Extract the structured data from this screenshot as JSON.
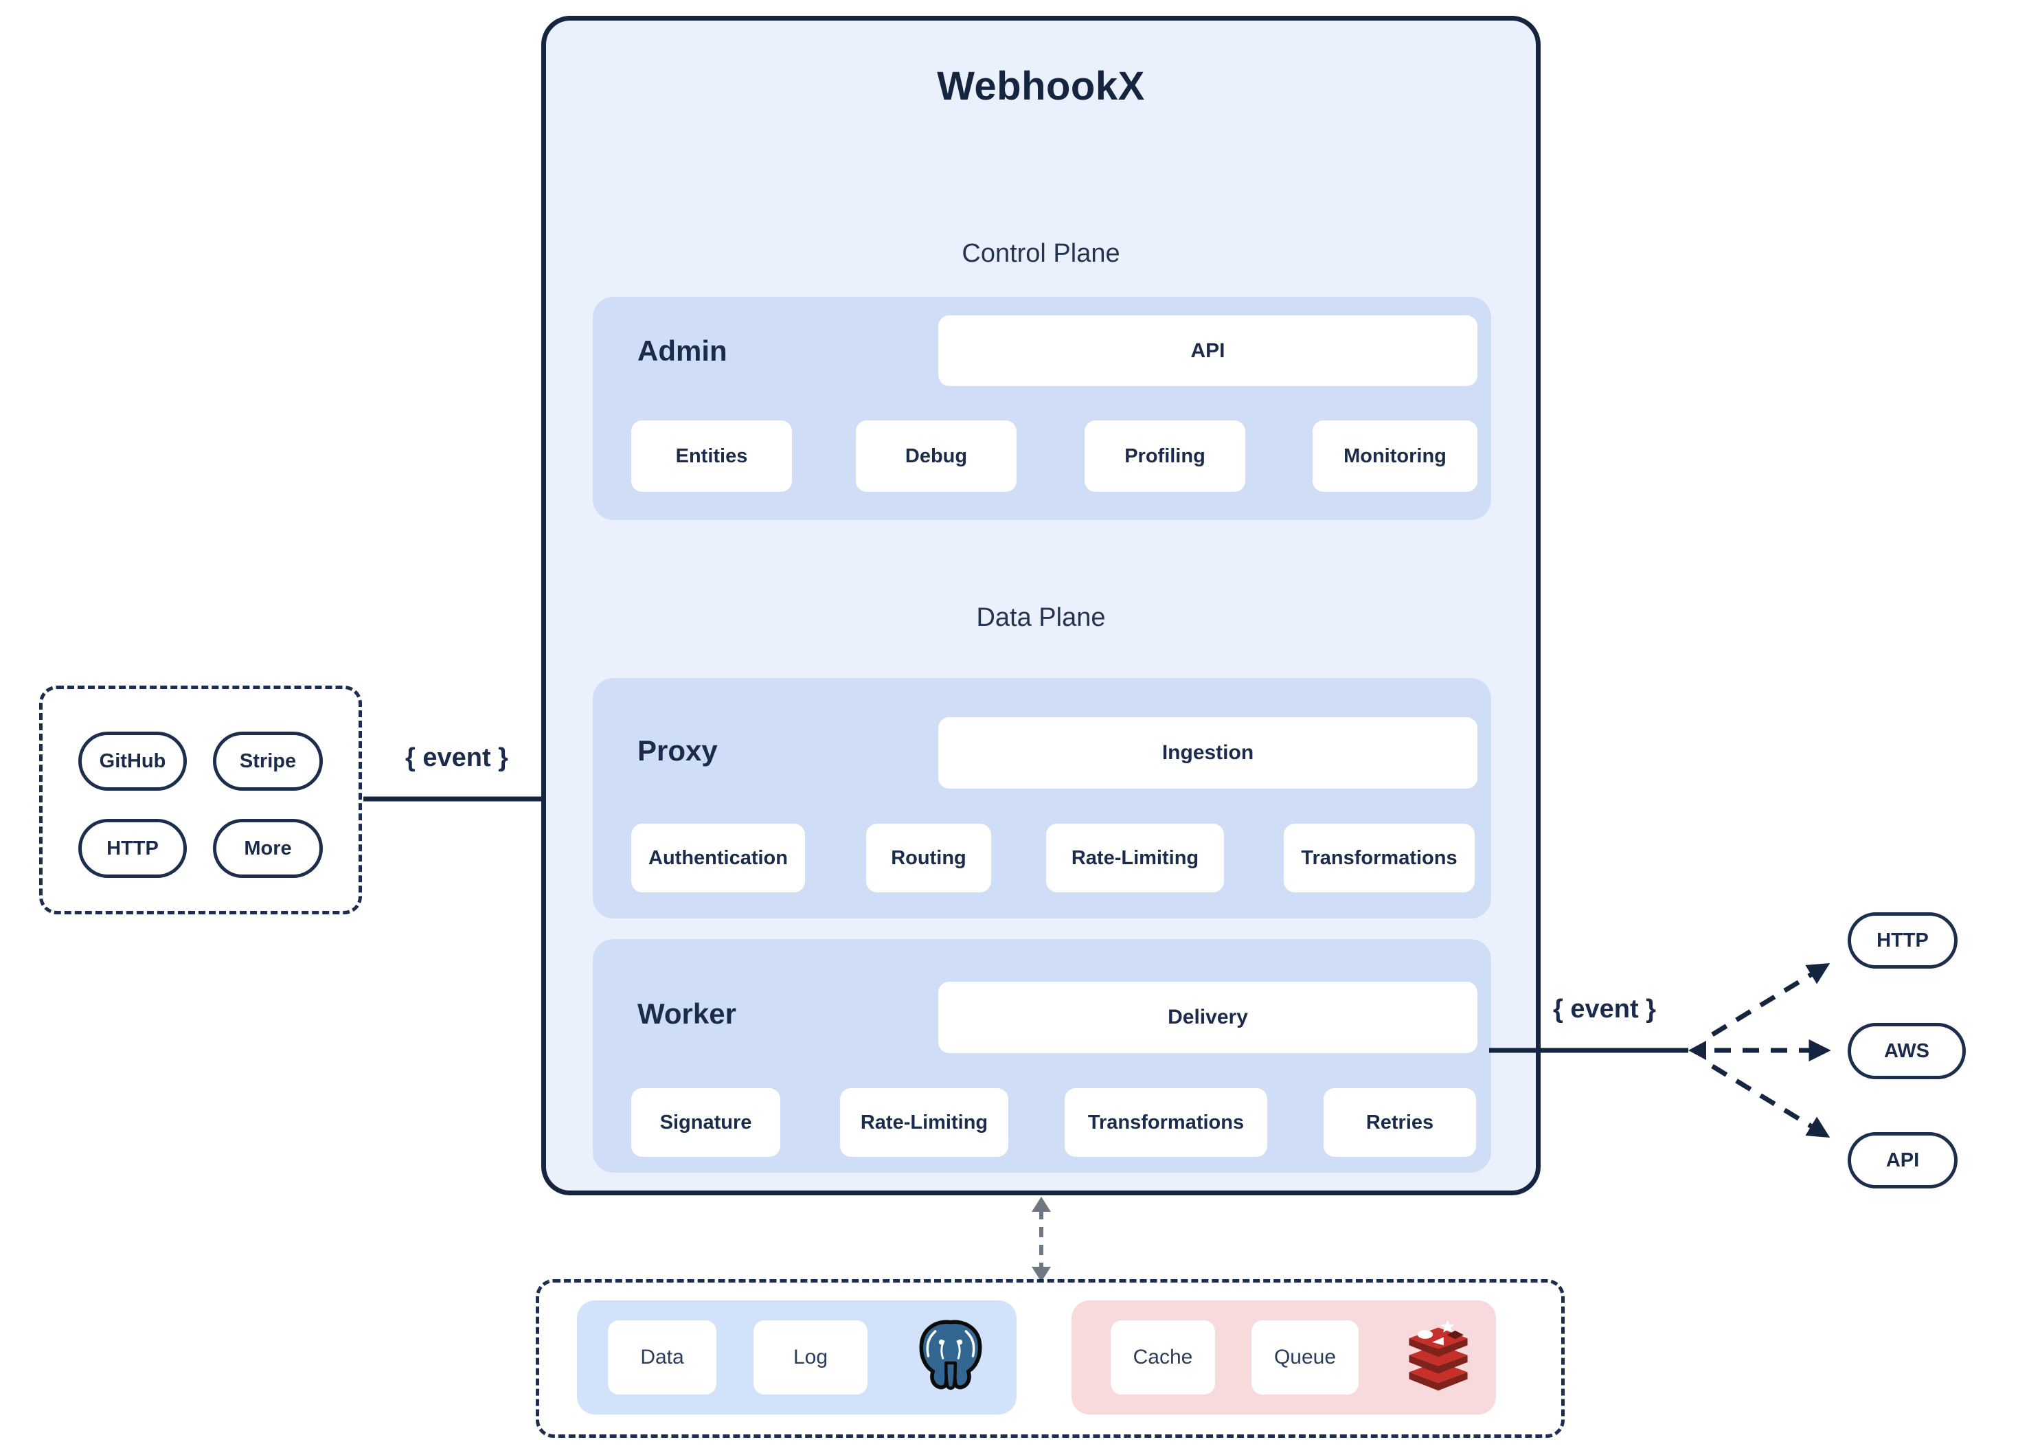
{
  "app": {
    "title": "WebhookX"
  },
  "planes": {
    "control": {
      "label": "Control Plane",
      "admin": {
        "label": "Admin",
        "primary": "API",
        "items": [
          "Entities",
          "Debug",
          "Profiling",
          "Monitoring"
        ]
      }
    },
    "data": {
      "label": "Data Plane",
      "proxy": {
        "label": "Proxy",
        "primary": "Ingestion",
        "items": [
          "Authentication",
          "Routing",
          "Rate-Limiting",
          "Transformations"
        ]
      },
      "worker": {
        "label": "Worker",
        "primary": "Delivery",
        "items": [
          "Signature",
          "Rate-Limiting",
          "Transformations",
          "Retries"
        ]
      }
    }
  },
  "sources": {
    "event_label": "{ event }",
    "items": [
      "GitHub",
      "Stripe",
      "HTTP",
      "More"
    ]
  },
  "destinations": {
    "event_label": "{ event }",
    "items": [
      "HTTP",
      "AWS",
      "API"
    ]
  },
  "storage": {
    "postgres": {
      "icon": "postgresql-logo",
      "items": [
        "Data",
        "Log"
      ]
    },
    "redis": {
      "icon": "redis-logo",
      "items": [
        "Cache",
        "Queue"
      ]
    }
  },
  "colors": {
    "navy": "#16253f",
    "panel_bg": "#eaf1fd",
    "section_bg": "#cfddf6",
    "storage_blue_bg": "#d3e2fb",
    "storage_pink_bg": "#f8d9dc",
    "arrow_gray": "#6f7781",
    "postgres_blue": "#336791",
    "redis_red": "#c6302b"
  }
}
